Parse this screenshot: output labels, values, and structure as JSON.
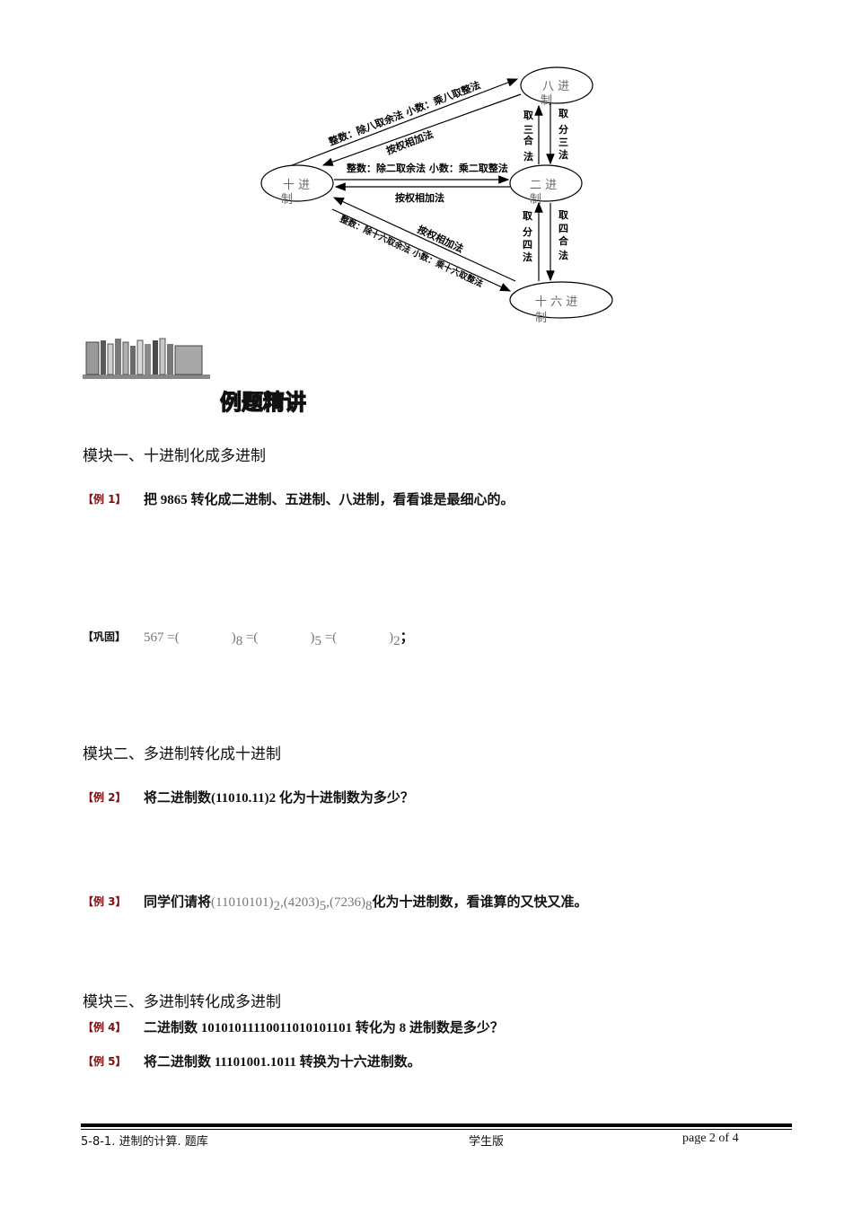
{
  "diagram": {
    "nodes": {
      "octal": "八 进 制",
      "decimal": "十 进 制",
      "binary": "二 进 制",
      "hex": "十 六 进 制"
    },
    "edges": {
      "dec_to_oct": "整数：除八取余法   小数：乘八取整法",
      "oct_to_dec": "按权相加法",
      "dec_to_bin": "整数：除二取余法   小数：乘二取整法",
      "bin_to_dec": "按权相加法",
      "hex_to_dec": "按权相加法",
      "dec_to_hex": "整数：除十六取余法   小数：乘十六取整法",
      "bin_to_oct": "取三合法",
      "oct_to_bin": "取分三法",
      "hex_to_bin": "取分四法",
      "bin_to_hex": "取四合法"
    }
  },
  "banner": {
    "title": "例题精讲"
  },
  "sections": [
    {
      "title": "模块一、十进制化成多进制"
    },
    {
      "title": "模块二、多进制转化成十进制"
    },
    {
      "title": "模块三、多进制转化成多进制"
    }
  ],
  "examples": {
    "ex1": {
      "label": "【例 1】",
      "text": "把 9865 转化成二进制、五进制、八进制，看看谁是最细心的。"
    },
    "consolidate": {
      "label": "【巩固】",
      "lhs": "567 =(",
      "blank1_close": ")",
      "base1": "8",
      "eq2": " =(",
      "blank2_close": ")",
      "base2": "5",
      "eq3": " =(",
      "blank3_close": ")",
      "base3": "2",
      "end": "；"
    },
    "ex2": {
      "label": "【例 2】",
      "text": "将二进制数(11010.11)2 化为十进制数为多少？"
    },
    "ex3": {
      "label": "【例 3】",
      "prefix": "同学们请将",
      "n1": "(11010101)",
      "b1": "2",
      "n2": ",(4203)",
      "b2": "5",
      "n3": ",(7236)",
      "b3": "8",
      "suffix": "化为十进制数，看谁算的又快又准。"
    },
    "ex4": {
      "label": "【例 4】",
      "text": "二进制数 10101011110011010101101 转化为 8 进制数是多少？"
    },
    "ex5": {
      "label": "【例 5】",
      "text": "将二进制数 11101001.1011 转换为十六进制数。"
    }
  },
  "footer": {
    "left": "5-8-1. 进制的计算. 题库",
    "center": "学生版",
    "right": "page 2 of 4"
  }
}
